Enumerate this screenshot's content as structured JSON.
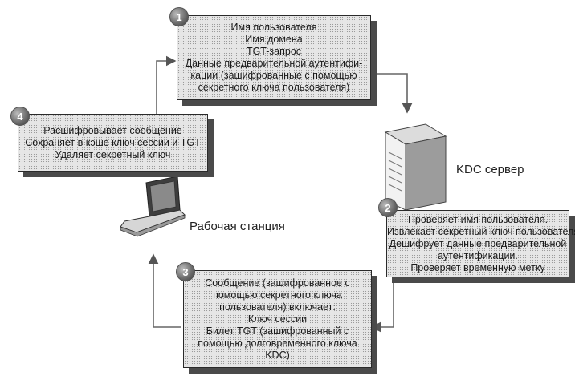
{
  "steps": [
    {
      "number": "1",
      "lines": [
        "Имя пользователя",
        "Имя домена",
        "TGT-запрос",
        "Данные предварительной аутентифи-",
        "кации (зашифрованные с помощью",
        "секретного ключа пользователя)"
      ]
    },
    {
      "number": "2",
      "lines": [
        "Проверяет имя пользователя.",
        "Извлекает секретный ключ пользователя.",
        "Дешифрует данные предварительной",
        "аутентификации.",
        "Проверяет временную метку"
      ]
    },
    {
      "number": "3",
      "lines": [
        "Сообщение (зашифрованное с",
        "помощью секретного ключа",
        "пользователя) включает:",
        "Ключ сессии",
        "Билет TGT (зашифрованный с",
        "помощью долговременного ключа",
        "KDC)"
      ]
    },
    {
      "number": "4",
      "lines": [
        "Расшифровывает сообщение",
        "Сохраняет в кэше ключ сессии и TGT",
        "Удаляет секретный ключ"
      ]
    }
  ],
  "labels": {
    "kdc_server": "KDC сервер",
    "workstation": "Рабочая станция"
  },
  "icons": {
    "server": "server-icon",
    "workstation": "laptop-icon"
  }
}
